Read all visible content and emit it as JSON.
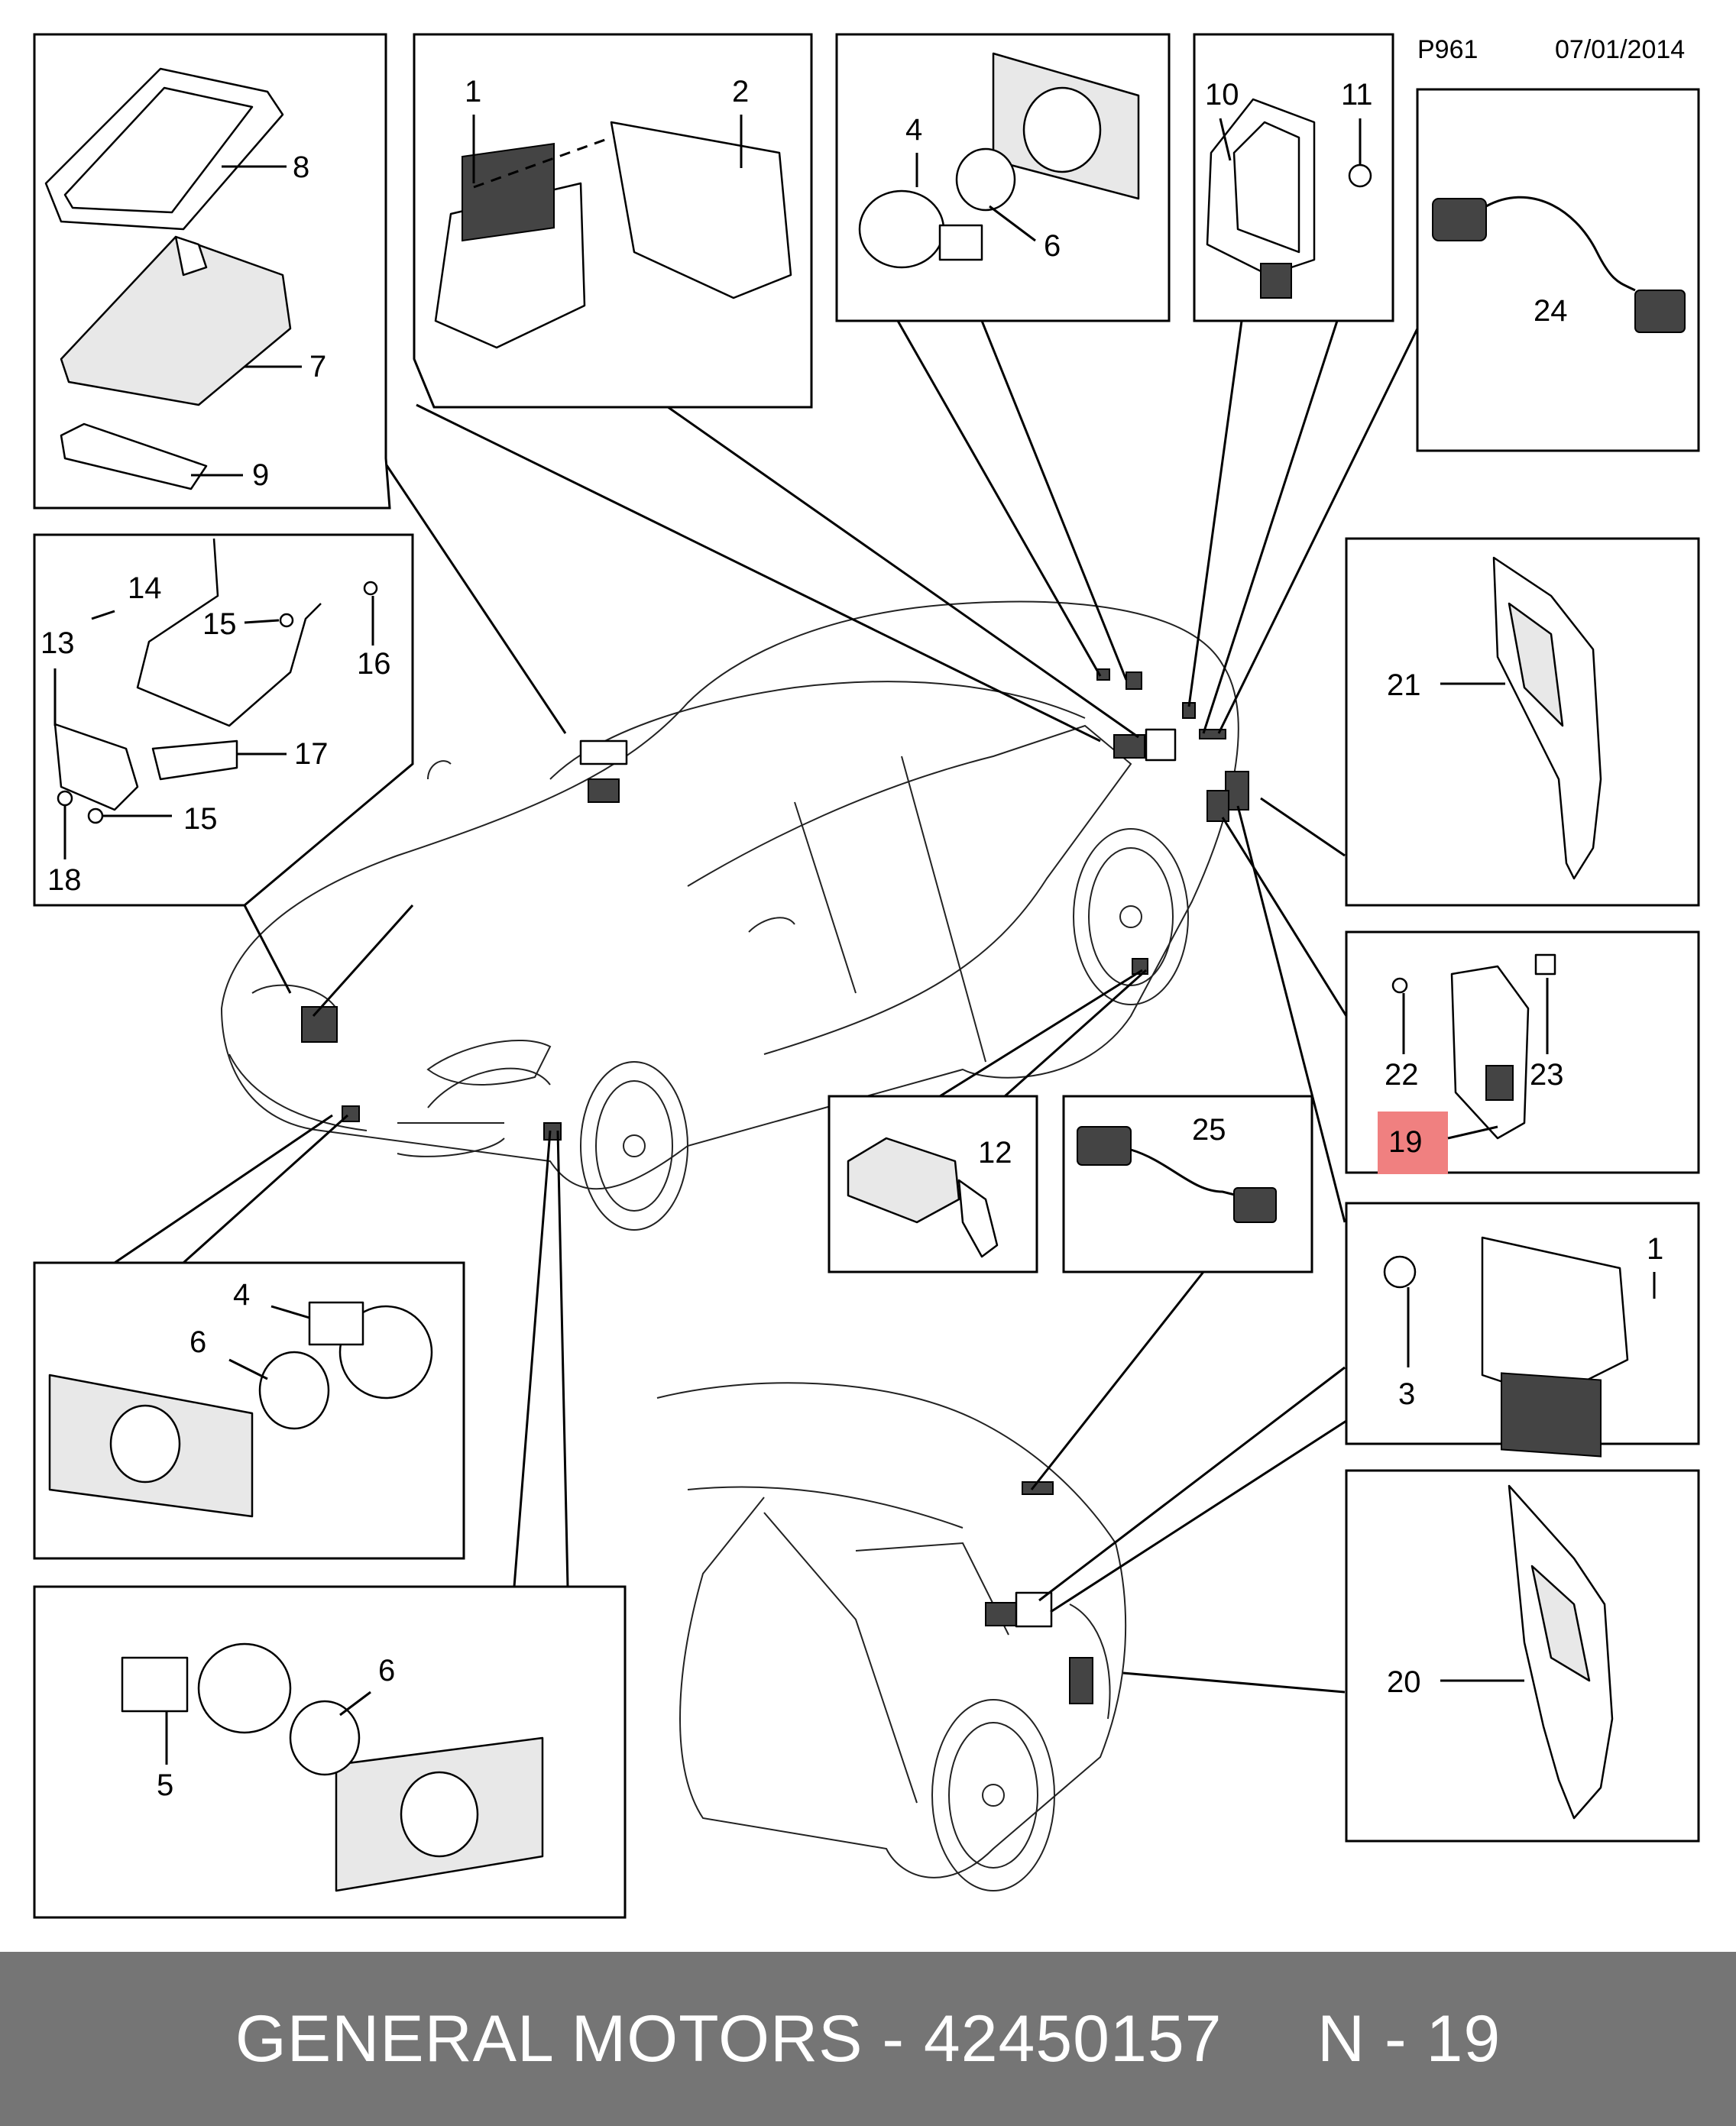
{
  "header": {
    "code": "P961",
    "date": "07/01/2014"
  },
  "callouts": {
    "n1": "1",
    "n1b": "1",
    "n2": "2",
    "n3": "3",
    "n4": "4",
    "n4b": "4",
    "n5": "5",
    "n6": "6",
    "n6b": "6",
    "n6c": "6",
    "n7": "7",
    "n8": "8",
    "n9": "9",
    "n10": "10",
    "n11": "11",
    "n12": "12",
    "n13": "13",
    "n14": "14",
    "n15": "15",
    "n15b": "15",
    "n16": "16",
    "n17": "17",
    "n18": "18",
    "n19": "19",
    "n20": "20",
    "n21": "21",
    "n22": "22",
    "n23": "23",
    "n24": "24",
    "n25": "25"
  },
  "highlight": {
    "part": "19",
    "color": "#f08080"
  },
  "footer": {
    "brand": "GENERAL MOTORS",
    "part_number": "42450157",
    "ref": "N - 19",
    "text": "GENERAL MOTORS - 42450157     N - 19"
  }
}
